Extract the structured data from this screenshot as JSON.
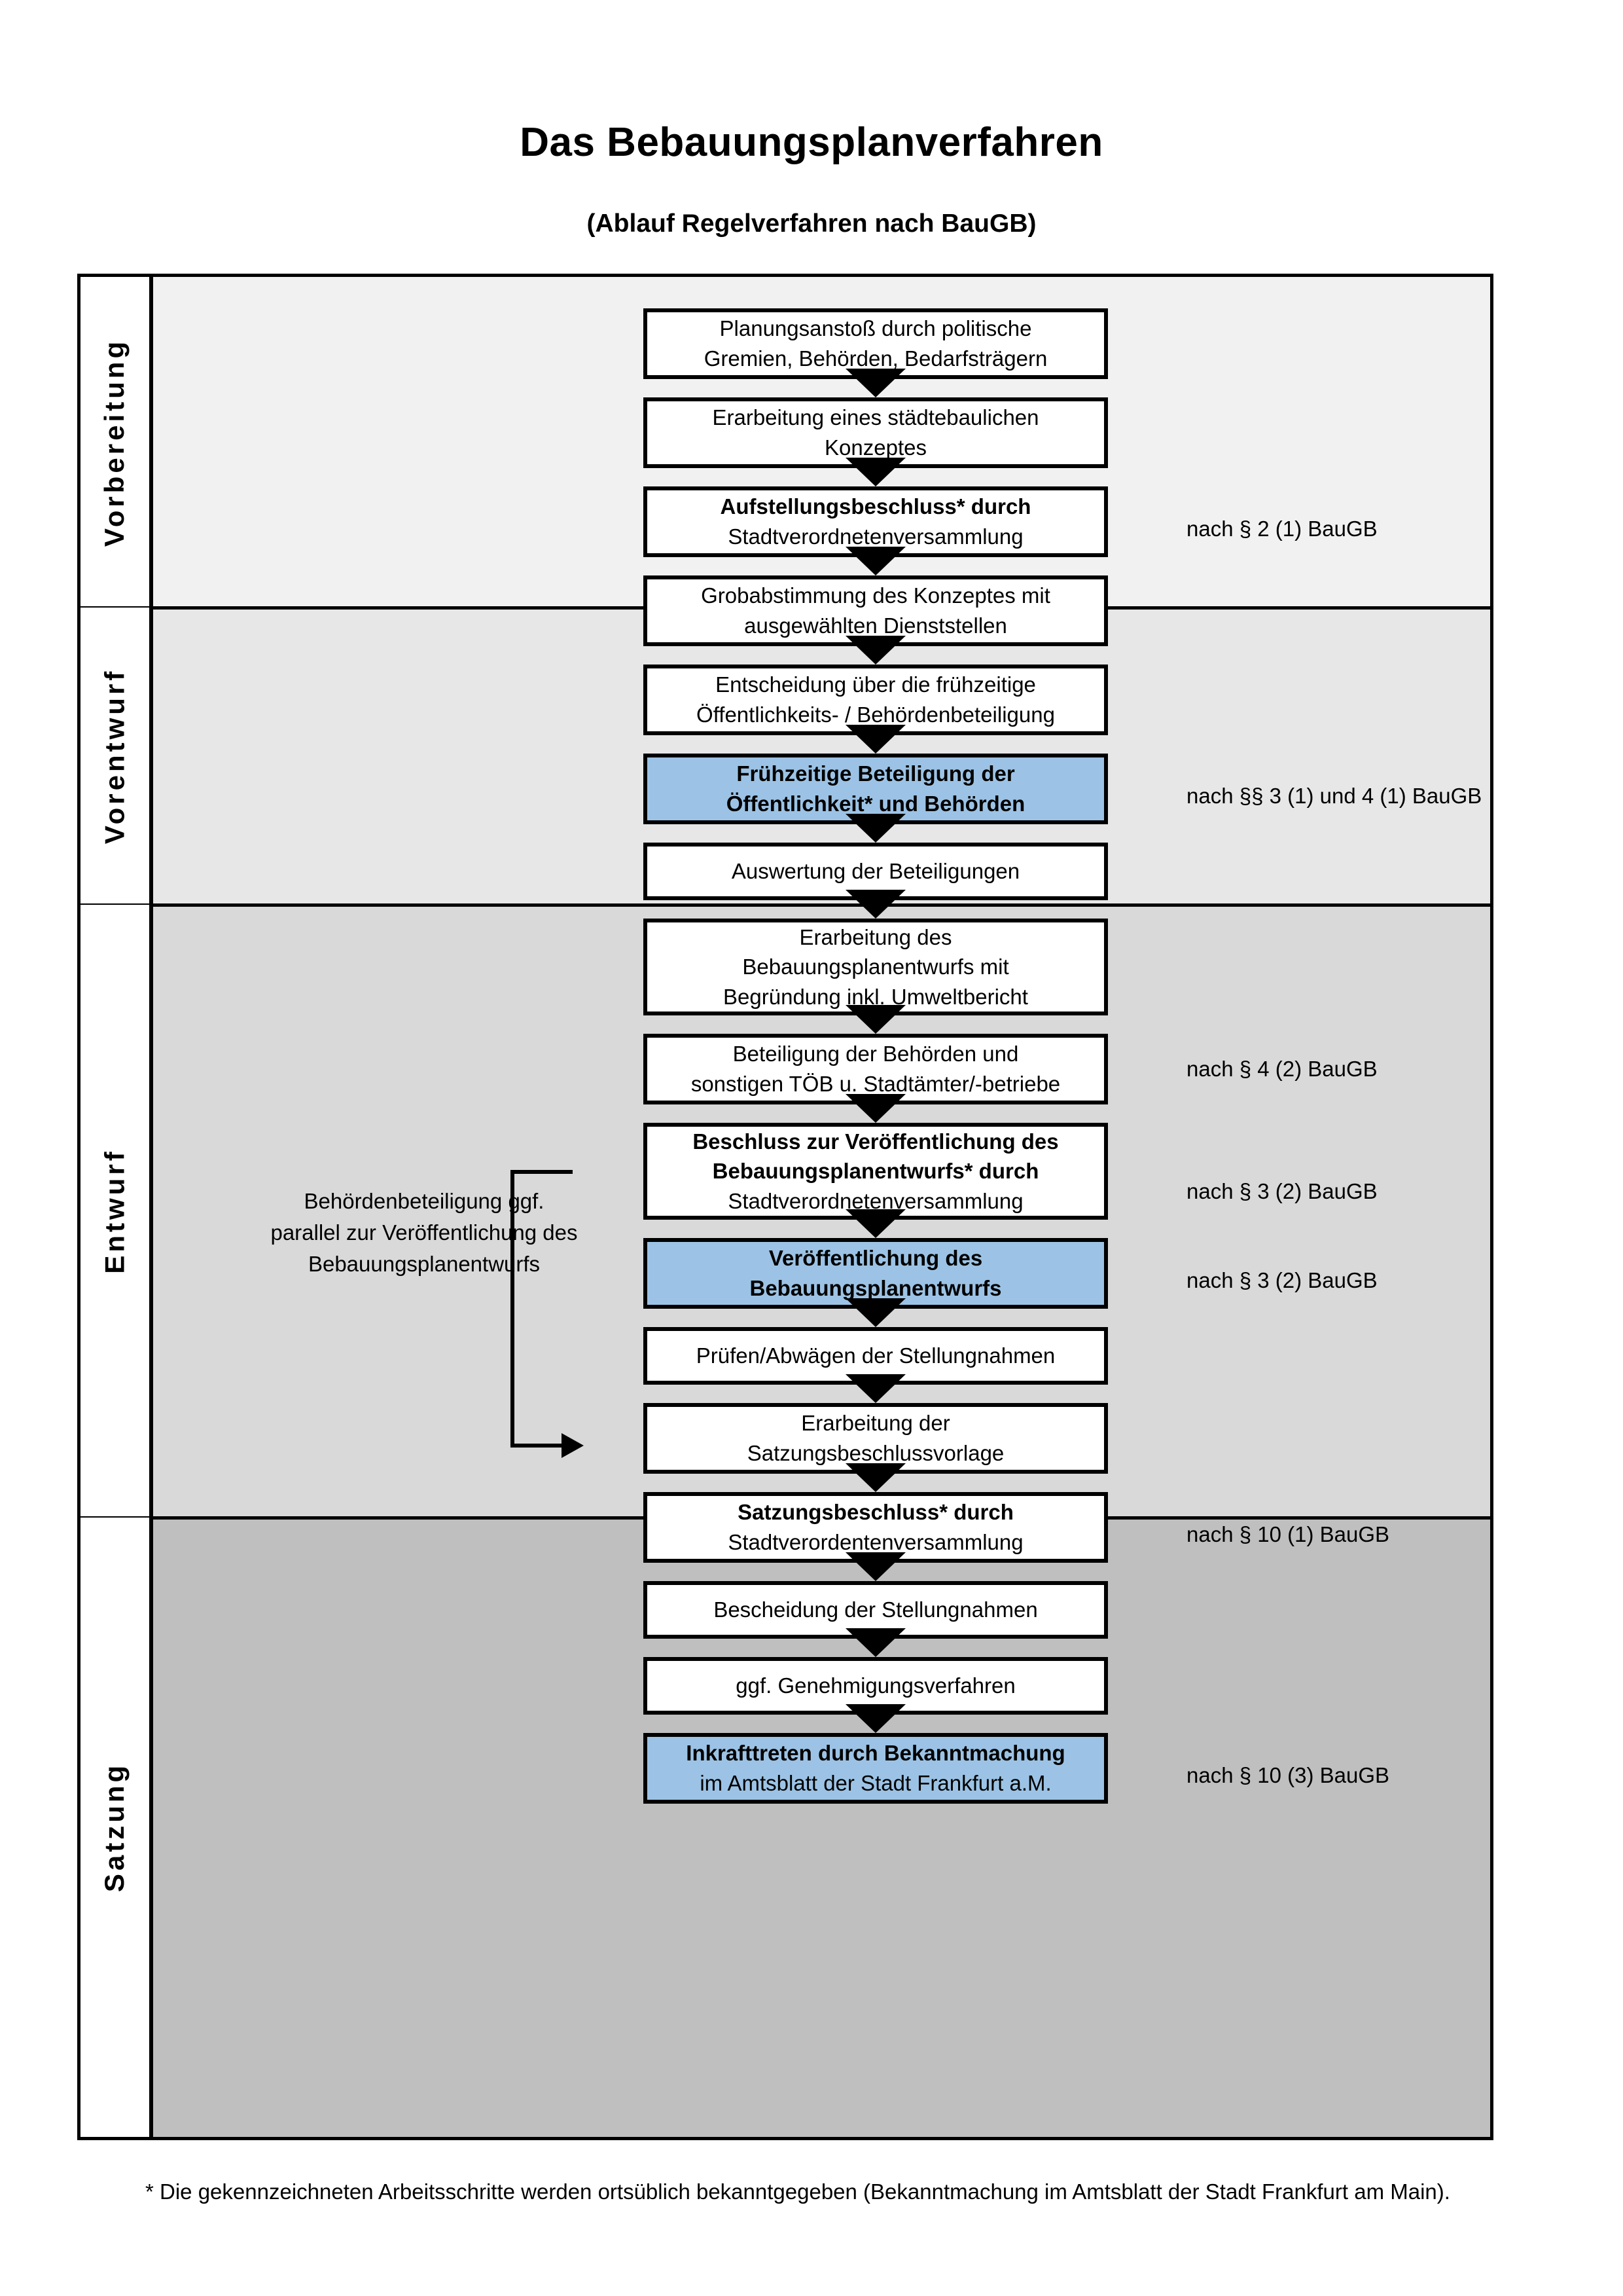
{
  "title": "Das Bebauungsplanverfahren",
  "subtitle": "(Ablauf Regelverfahren nach BauGB)",
  "colors": {
    "highlight_blue": "#9cc3e5",
    "band_vorbereitung": "#f1f1f1",
    "band_vorentwurf": "#e7e7e7",
    "band_entwurf": "#d9d9d9",
    "band_satzung": "#bfbfbf",
    "border_black": "#000000"
  },
  "phases": [
    {
      "key": "vorbereitung",
      "label": "Vorbereitung",
      "bg": "#f1f1f1"
    },
    {
      "key": "vorentwurf",
      "label": "Vorentwurf",
      "bg": "#e7e7e7"
    },
    {
      "key": "entwurf",
      "label": "Entwurf",
      "bg": "#d9d9d9"
    },
    {
      "key": "satzung",
      "label": "Satzung",
      "bg": "#bfbfbf"
    }
  ],
  "steps": [
    {
      "id": 1,
      "phase": "vorbereitung",
      "highlight": false,
      "lines": [
        {
          "text": "Planungsanstoß durch politische",
          "bold": false
        },
        {
          "text": "Gremien, Behörden, Bedarfsträgern",
          "bold": false
        }
      ]
    },
    {
      "id": 2,
      "phase": "vorbereitung",
      "highlight": false,
      "lines": [
        {
          "text": "Erarbeitung eines städtebaulichen",
          "bold": false
        },
        {
          "text": "Konzeptes",
          "bold": false
        }
      ]
    },
    {
      "id": 3,
      "phase": "vorbereitung",
      "highlight": false,
      "lines": [
        {
          "text": "Aufstellungsbeschluss* durch",
          "bold": true
        },
        {
          "text": "Stadtverordnetenversammlung",
          "bold": false
        }
      ]
    },
    {
      "id": 4,
      "phase": "vorentwurf",
      "highlight": false,
      "lines": [
        {
          "text": "Grobabstimmung des Konzeptes mit",
          "bold": false
        },
        {
          "text": "ausgewählten Dienststellen",
          "bold": false
        }
      ]
    },
    {
      "id": 5,
      "phase": "vorentwurf",
      "highlight": false,
      "lines": [
        {
          "text": "Entscheidung über die frühzeitige",
          "bold": false
        },
        {
          "text": "Öffentlichkeits- / Behördenbeteiligung",
          "bold": false
        }
      ]
    },
    {
      "id": 6,
      "phase": "vorentwurf",
      "highlight": true,
      "lines": [
        {
          "text": "Frühzeitige Beteiligung der",
          "bold": true
        },
        {
          "text": "Öffentlichkeit* und Behörden",
          "bold": true
        }
      ]
    },
    {
      "id": 7,
      "phase": "entwurf",
      "highlight": false,
      "lines": [
        {
          "text": "Auswertung der Beteiligungen",
          "bold": false
        }
      ]
    },
    {
      "id": 8,
      "phase": "entwurf",
      "highlight": false,
      "lines": [
        {
          "text": "Erarbeitung des",
          "bold": false
        },
        {
          "text": "Bebauungsplanentwurfs mit",
          "bold": false
        },
        {
          "text": "Begründung inkl. Umweltbericht",
          "bold": false
        }
      ]
    },
    {
      "id": 9,
      "phase": "entwurf",
      "highlight": false,
      "lines": [
        {
          "text": "Beteiligung der Behörden und",
          "bold": false
        },
        {
          "text": "sonstigen TÖB u. Stadtämter/-betriebe",
          "bold": false
        }
      ]
    },
    {
      "id": 10,
      "phase": "entwurf",
      "highlight": false,
      "lines": [
        {
          "text": "Beschluss zur Veröffentlichung des",
          "bold": true
        },
        {
          "text": "Bebauungsplanentwurfs* durch",
          "bold": true
        },
        {
          "text": "Stadtverordnetenversammlung",
          "bold": false
        }
      ]
    },
    {
      "id": 11,
      "phase": "entwurf",
      "highlight": true,
      "lines": [
        {
          "text": "Veröffentlichung des",
          "bold": true
        },
        {
          "text": "Bebauungsplanentwurfs",
          "bold": true
        }
      ]
    },
    {
      "id": 12,
      "phase": "satzung",
      "highlight": false,
      "lines": [
        {
          "text": "Prüfen/Abwägen der Stellungnahmen",
          "bold": false
        }
      ]
    },
    {
      "id": 13,
      "phase": "satzung",
      "highlight": false,
      "lines": [
        {
          "text": "Erarbeitung der",
          "bold": false
        },
        {
          "text": "Satzungsbeschlussvorlage",
          "bold": false
        }
      ]
    },
    {
      "id": 14,
      "phase": "satzung",
      "highlight": false,
      "lines": [
        {
          "text": "Satzungsbeschluss* durch",
          "bold": true
        },
        {
          "text": "Stadtverordentenversammlung",
          "bold": false
        }
      ]
    },
    {
      "id": 15,
      "phase": "satzung",
      "highlight": false,
      "lines": [
        {
          "text": "Bescheidung der Stellungnahmen",
          "bold": false
        }
      ]
    },
    {
      "id": 16,
      "phase": "satzung",
      "highlight": false,
      "lines": [
        {
          "text": "ggf. Genehmigungsverfahren",
          "bold": false
        }
      ]
    },
    {
      "id": 17,
      "phase": "satzung",
      "highlight": true,
      "lines": [
        {
          "text": "Inkrafttreten durch Bekanntmachung",
          "bold": true
        },
        {
          "text": "im Amtsblatt der Stadt Frankfurt a.M.",
          "bold": false
        }
      ]
    }
  ],
  "side_notes": [
    {
      "id": "sn1",
      "text": "nach § 2 (1) BauGB",
      "for_step": 3
    },
    {
      "id": "sn2",
      "text": "nach §§ 3 (1) und 4 (1) BauGB",
      "for_step": 6
    },
    {
      "id": "sn3",
      "text": "nach § 4 (2) BauGB",
      "for_step": 9
    },
    {
      "id": "sn4",
      "text": "nach § 3 (2) BauGB",
      "for_step": 10
    },
    {
      "id": "sn5",
      "text": "nach § 3 (2) BauGB",
      "for_step": 11
    },
    {
      "id": "sn6",
      "text": "nach § 10 (1) BauGB",
      "for_step": 14
    },
    {
      "id": "sn7",
      "text": "nach § 10 (3) BauGB",
      "for_step": 17
    }
  ],
  "left_note": {
    "lines": [
      "Behördenbeteiligung",
      "ggf. parallel zur",
      "Veröffentlichung des",
      "Bebauungsplanentwurfs"
    ]
  },
  "footnote": "* Die gekennzeichneten Arbeitsschritte werden ortsüblich bekanntgegeben (Bekanntmachung im Amtsblatt  der Stadt Frankfurt am Main)."
}
